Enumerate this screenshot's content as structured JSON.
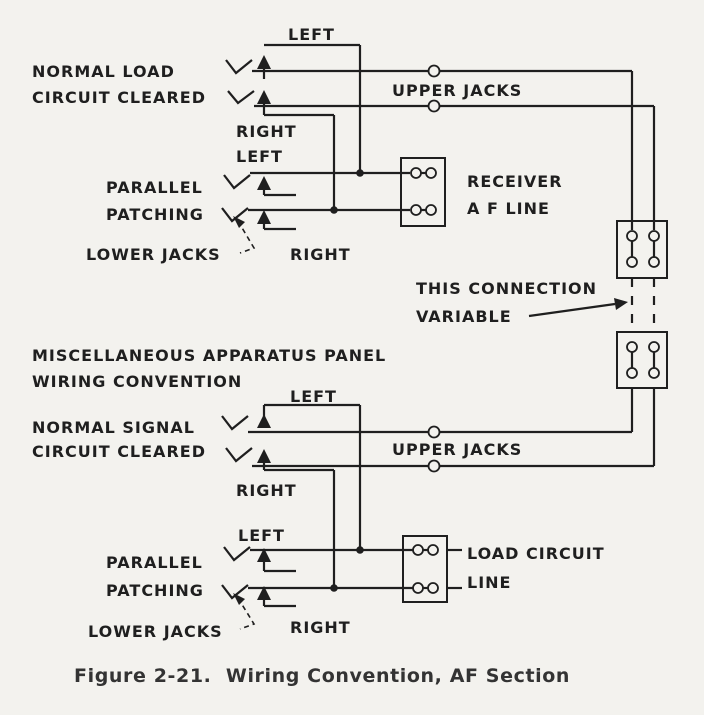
{
  "labels": {
    "top_left": "LEFT",
    "normal_load": "NORMAL LOAD",
    "circuit_cleared_1": "CIRCUIT CLEARED",
    "upper_jacks_1": "UPPER JACKS",
    "top_right": "RIGHT",
    "left_2": "LEFT",
    "parallel_1": "PARALLEL",
    "patching_1": "PATCHING",
    "lower_jacks_1": "LOWER JACKS",
    "right_2": "RIGHT",
    "receiver": "RECEIVER",
    "af_line": "A F LINE",
    "this_connection": "THIS CONNECTION",
    "variable": "VARIABLE",
    "misc_panel": "MISCELLANEOUS APPARATUS PANEL",
    "wiring_convention": "WIRING CONVENTION",
    "left_3": "LEFT",
    "normal_signal": "NORMAL SIGNAL",
    "circuit_cleared_2": "CIRCUIT CLEARED",
    "upper_jacks_2": "UPPER JACKS",
    "right_3": "RIGHT",
    "left_4": "LEFT",
    "parallel_2": "PARALLEL",
    "patching_2": "PATCHING",
    "lower_jacks_2": "LOWER JACKS",
    "right_4": "RIGHT",
    "load_circuit": "LOAD CIRCUIT",
    "line": "LINE"
  },
  "caption": "Figure 2-21.  Wiring Convention, AF Section"
}
